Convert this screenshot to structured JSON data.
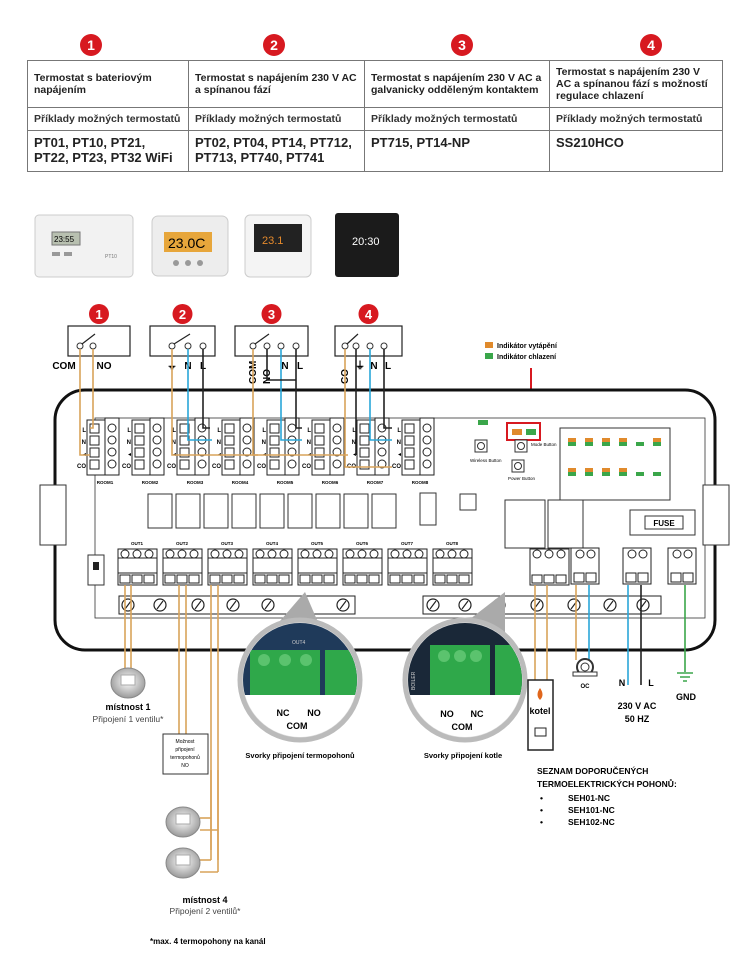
{
  "colors": {
    "accent_red": "#d71920",
    "heating": "#e08a2c",
    "cooling": "#3aa64a",
    "wire_orange": "#d9a35a",
    "wire_blue": "#2aa7d8",
    "wire_black": "#222222",
    "wire_green": "#3aa64a"
  },
  "table": {
    "numbers": [
      "1",
      "2",
      "3",
      "4"
    ],
    "headers": [
      "Termostat s bateriovým napájením",
      "Termostat s napájením 230 V AC a spínanou fází",
      "Termostat s napájením 230 V AC a galvanicky odděleným kontaktem",
      "Termostat s napájením 230 V AC a spínanou fází s možností regulace chlazení"
    ],
    "examples_label": [
      "Příklady možných termostatů",
      "Příklady možných termostatů",
      "Příklady možných termostatů",
      "Příklady možných termostatů"
    ],
    "models": [
      "PT01, PT10, PT21, PT22, PT23, PT32 WiFi",
      "PT02, PT04, PT14, PT712, PT713, PT740, PT741",
      "PT715, PT14-NP",
      "SS210HCO"
    ]
  },
  "thermostat_images": [
    {
      "display": "23:55",
      "label": "PT10"
    },
    {
      "display": "23.0C"
    },
    {
      "display": "23.1"
    },
    {
      "display": "20:30"
    }
  ],
  "thermostats": [
    {
      "number": "1",
      "terminals": [
        "COM",
        "NO"
      ]
    },
    {
      "number": "2",
      "terminals": [
        "⏚",
        "N",
        "L"
      ]
    },
    {
      "number": "3",
      "terminals": [
        "COM",
        "NO",
        "N",
        "L"
      ]
    },
    {
      "number": "4",
      "terminals": [
        "CO",
        "⏚",
        "N",
        "L"
      ]
    }
  ],
  "legend": {
    "heating": "Indikátor vytápění",
    "cooling": "Indikátor chlazení"
  },
  "board": {
    "rooms": [
      "ROOM1",
      "ROOM2",
      "ROOM3",
      "ROOM4",
      "ROOM5",
      "ROOM6",
      "ROOM7",
      "ROOM8"
    ],
    "room_terminals": [
      "L",
      "N",
      "",
      "CO"
    ],
    "outs": [
      "OUT1",
      "OUT2",
      "OUT3",
      "OUT4",
      "OUT5",
      "OUT6",
      "OUT7",
      "OUT8"
    ],
    "wireless_button": "Wireless Button",
    "mode_button": "Mode Button",
    "power_button": "Power Button",
    "fuse": "FUSE"
  },
  "zoom_out": {
    "label": "OUT4",
    "terminals": [
      "NC",
      "NO",
      "COM"
    ],
    "caption": "Svorky připojení termopohonů"
  },
  "zoom_boiler": {
    "label": "BOILER",
    "terminals": [
      "NO",
      "NC",
      "COM"
    ],
    "caption": "Svorky připojení kotle"
  },
  "room1": {
    "title": "místnost 1",
    "sub": "Připojení 1 ventilu*"
  },
  "room4": {
    "title": "místnost 4",
    "sub": "Připojení 2 ventilů*"
  },
  "no_option": "Možnost připojení termopohonů NO",
  "boiler": "kotel",
  "pump": "OC",
  "power": {
    "n": "N",
    "l": "L",
    "voltage": "230 V AC",
    "freq": "50 HZ"
  },
  "gnd": "GND",
  "recommended": {
    "title1": "SEZNAM DOPORUČENÝCH",
    "title2": "TERMOELEKTRICKÝCH POHONŮ:",
    "items": [
      "SEH01-NC",
      "SEH101-NC",
      "SEH102-NC"
    ]
  },
  "footnote": "*max. 4 termopohony na kanál"
}
